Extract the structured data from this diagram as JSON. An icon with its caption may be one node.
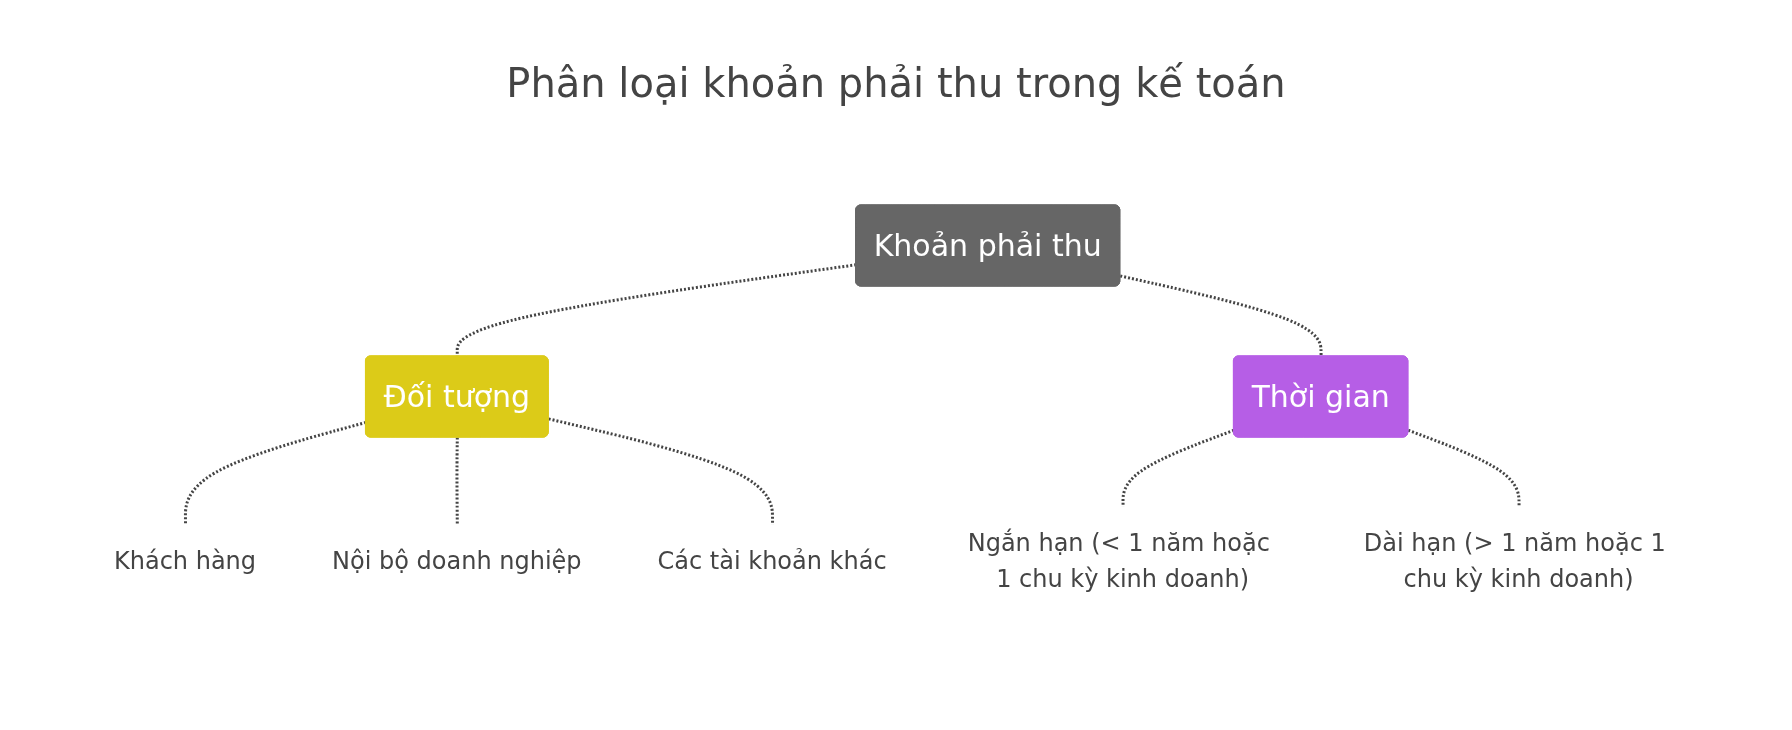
{
  "diagram": {
    "title": "Phân loại khoản phải thu trong kế toán",
    "nodes": [
      {
        "text": [
          "Khoản phải thu"
        ]
      },
      {
        "text": [
          "Đối tượng"
        ]
      },
      {
        "text": [
          "Thời gian"
        ]
      },
      {
        "text": [
          "Khách hàng"
        ]
      },
      {
        "text": [
          "Nội bộ doanh nghiệp"
        ]
      },
      {
        "text": [
          "Các tài khoản khác"
        ]
      },
      {
        "text": [
          "Ngắn hạn (< 1 năm hoặc 1 chu kỳ kinh doanh)"
        ]
      },
      {
        "text": [
          "Dài hạn (> 1 năm hoặc 1 chu kỳ kinh doanh)"
        ]
      }
    ],
    "edges": [
      {
        "from": 0,
        "to": 1,
        "arrow": "none",
        "style": "dashed"
      },
      {
        "from": 0,
        "to": 2,
        "arrow": "none",
        "style": "dashed"
      },
      {
        "from": 1,
        "to": 3,
        "arrow": "none",
        "style": "dashed"
      },
      {
        "from": 1,
        "to": 4,
        "arrow": "none",
        "style": "dashed"
      },
      {
        "from": 1,
        "to": 5,
        "arrow": "none",
        "style": "dashed"
      },
      {
        "from": 2,
        "to": 6,
        "arrow": "none",
        "style": "dashed"
      },
      {
        "from": 2,
        "to": 7,
        "arrow": "none",
        "style": "dashed"
      }
    ]
  }
}
